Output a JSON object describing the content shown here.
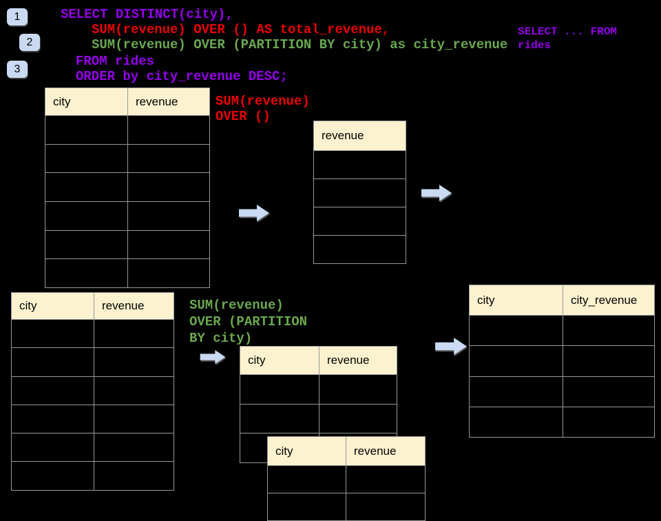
{
  "colors": {
    "background": "#000000",
    "sql_purple": "#9400EA",
    "sql_red": "#E90000",
    "sql_green": "#6AA84F",
    "accent_blue": "#C9DAF2",
    "table_header_bg": "#FCF2CF",
    "table_border": "#999999"
  },
  "badges": [
    {
      "label": "1"
    },
    {
      "label": "2"
    },
    {
      "label": "3"
    }
  ],
  "code": {
    "lines": [
      {
        "text": "SELECT DISTINCT(city),",
        "color": "purple"
      },
      {
        "text": "SUM(revenue) OVER () AS total_revenue,",
        "color": "red"
      },
      {
        "text": "SUM(revenue) OVER (PARTITION BY city) as city_revenue",
        "color": "green"
      },
      {
        "text": "FROM rides",
        "color": "purple"
      },
      {
        "text": "ORDER by city_revenue DESC;",
        "color": "purple"
      }
    ]
  },
  "side_note": {
    "lines": [
      "SELECT ... FROM",
      "rides"
    ]
  },
  "labels": {
    "total": {
      "lines": [
        "SUM(revenue)",
        "OVER ()"
      ]
    },
    "partition": {
      "lines": [
        "SUM(revenue)",
        "OVER (PARTITION",
        "BY city)"
      ]
    }
  },
  "tables": {
    "source_top": {
      "headers": [
        "city",
        "revenue"
      ],
      "body_rows": 6
    },
    "total_revenue_result": {
      "headers": [
        "revenue"
      ],
      "body_rows": 4
    },
    "source_bottom": {
      "headers": [
        "city",
        "revenue"
      ],
      "body_rows": 6
    },
    "partition_step": {
      "headers": [
        "city",
        "revenue"
      ],
      "body_rows": 3
    },
    "partition_step_overlay": {
      "headers": [
        "city",
        "revenue"
      ],
      "body_rows": 2
    },
    "city_revenue_result": {
      "headers": [
        "city",
        "city_revenue"
      ],
      "body_rows": 4
    }
  },
  "icons": {
    "flow_arrow": "right-arrow"
  }
}
